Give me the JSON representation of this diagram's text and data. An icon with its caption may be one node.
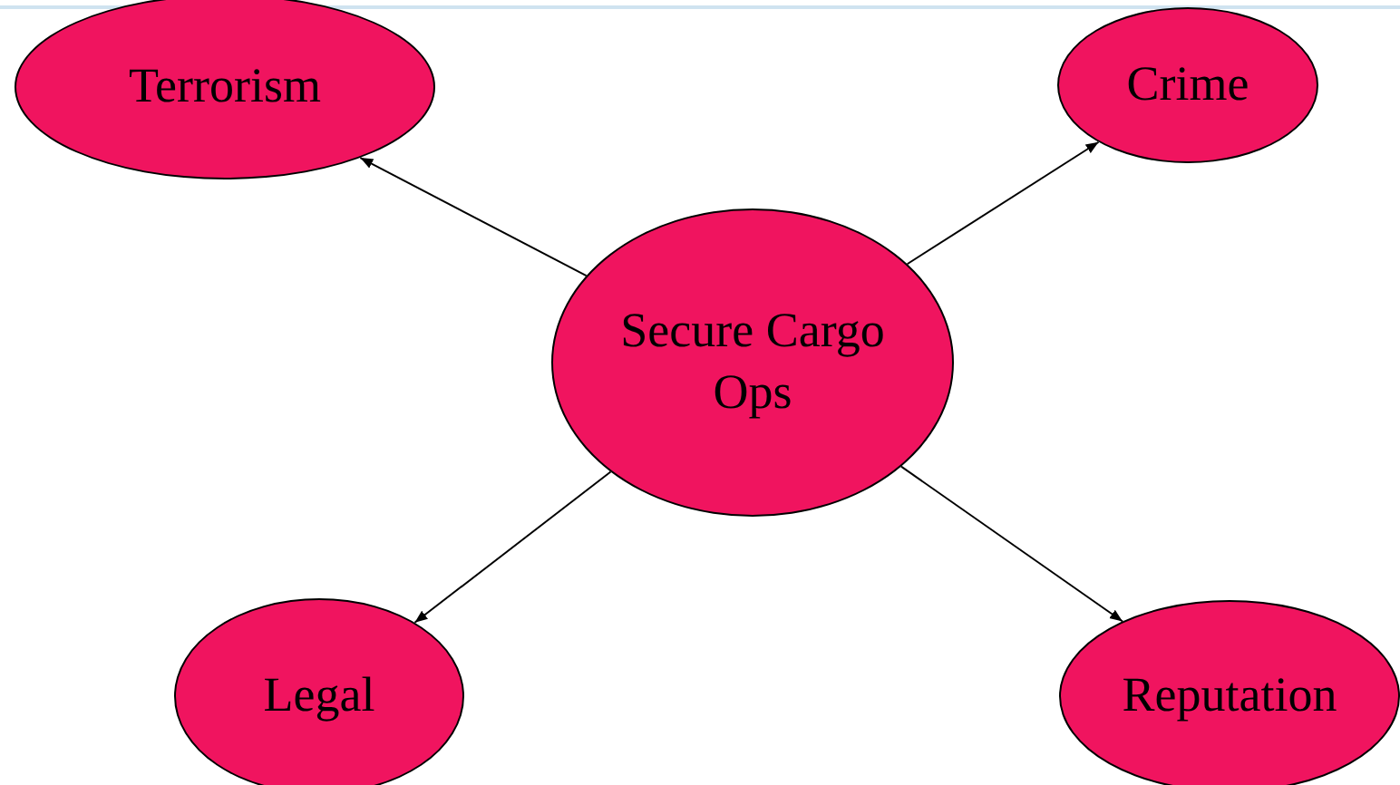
{
  "diagram": {
    "nodes": [
      {
        "text": [
          "Terrorism"
        ]
      },
      {
        "text": [
          "Crime"
        ]
      },
      {
        "text": [
          "Secure Cargo Ops"
        ]
      },
      {
        "text": [
          "Legal"
        ]
      },
      {
        "text": [
          "Reputation"
        ]
      }
    ],
    "edges": [
      {
        "from": 2,
        "to": 0,
        "arrow": "to"
      },
      {
        "from": 2,
        "to": 1,
        "arrow": "to"
      },
      {
        "from": 2,
        "to": 3,
        "arrow": "to"
      },
      {
        "from": 2,
        "to": 4,
        "arrow": "to"
      }
    ]
  }
}
